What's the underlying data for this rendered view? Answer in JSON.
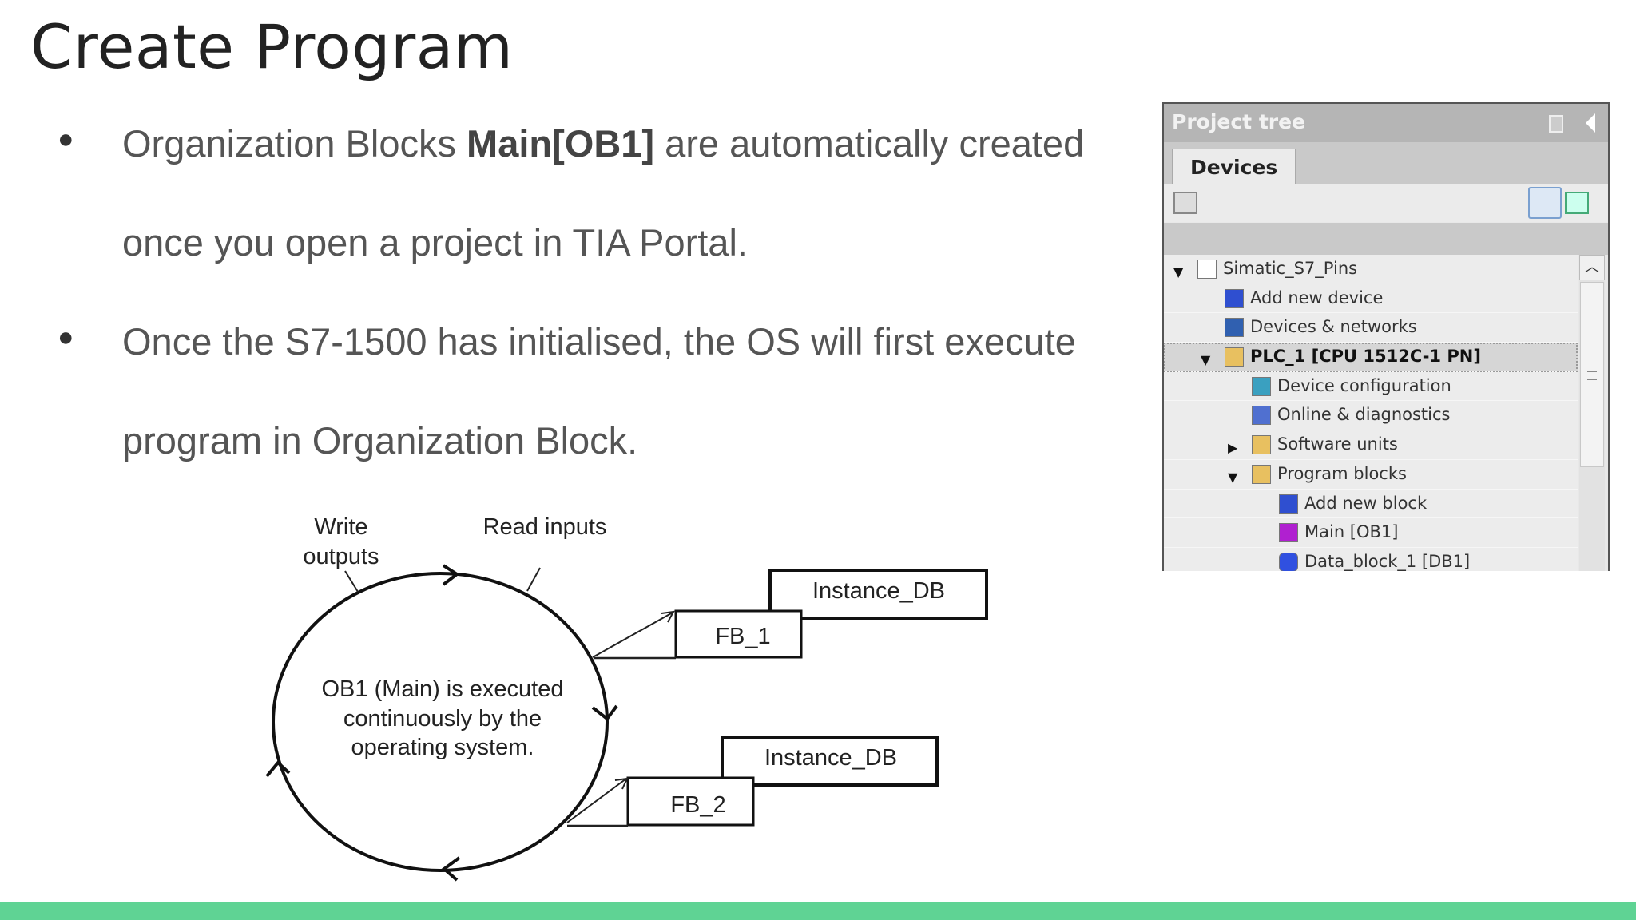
{
  "slide": {
    "title": "Create Program",
    "bullets": [
      {
        "line1_pre": "Organization Blocks ",
        "line1_bold": "Main[OB1]",
        "line1_post": " are automatically created",
        "line2": "once you open a project in TIA Portal."
      },
      {
        "line1": "Once the S7-1500 has initialised, the OS will first execute",
        "line2": "program in Organization Block."
      }
    ],
    "bullet_glyph": "●",
    "accent_color": "#5fd394"
  },
  "diagram": {
    "write_outputs": [
      "Write",
      "outputs"
    ],
    "read_inputs": "Read inputs",
    "center_text": [
      "OB1 (Main) is executed",
      "continuously by the",
      "operating system."
    ],
    "blocks": [
      {
        "fb": "FB_1",
        "db": "Instance_DB"
      },
      {
        "fb": "FB_2",
        "db": "Instance_DB"
      }
    ]
  },
  "project_tree": {
    "title": "Project tree",
    "tab": "Devices",
    "items": [
      {
        "label": "Simatic_S7_Pins",
        "level": 0,
        "expander": "expanded",
        "icon": "project-icon"
      },
      {
        "label": "Add new device",
        "level": 1,
        "expander": "none",
        "icon": "add-device-icon"
      },
      {
        "label": "Devices & networks",
        "level": 1,
        "expander": "none",
        "icon": "network-icon"
      },
      {
        "label": "PLC_1 [CPU 1512C-1 PN]",
        "level": 1,
        "expander": "expanded",
        "icon": "plc-folder-icon",
        "selected": true
      },
      {
        "label": "Device configuration",
        "level": 2,
        "expander": "none",
        "icon": "device-config-icon"
      },
      {
        "label": "Online & diagnostics",
        "level": 2,
        "expander": "none",
        "icon": "diagnostics-icon"
      },
      {
        "label": "Software units",
        "level": 2,
        "expander": "collapsed",
        "icon": "software-units-folder-icon"
      },
      {
        "label": "Program blocks",
        "level": 2,
        "expander": "expanded",
        "icon": "program-blocks-folder-icon"
      },
      {
        "label": "Add new block",
        "level": 3,
        "expander": "none",
        "icon": "add-block-icon"
      },
      {
        "label": "Main [OB1]",
        "level": 3,
        "expander": "none",
        "icon": "ob-block-icon"
      },
      {
        "label": "Data_block_1 [DB1]",
        "level": 3,
        "expander": "none",
        "icon": "data-block-icon"
      }
    ]
  }
}
